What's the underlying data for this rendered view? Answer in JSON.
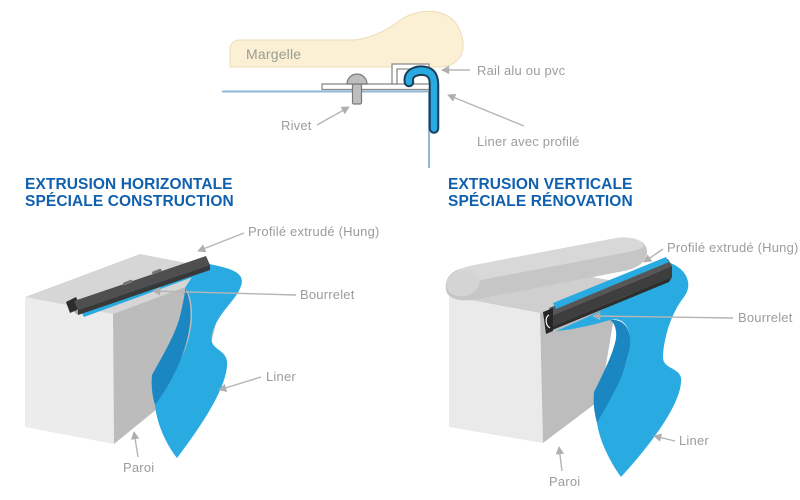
{
  "top_diagram": {
    "margelle_label": "Margelle",
    "rail_label": "Rail alu ou pvc",
    "rivet_label": "Rivet",
    "liner_label": "Liner avec profilé"
  },
  "left_section": {
    "heading_line1": "EXTRUSION HORIZONTALE",
    "heading_line2": "SPÉCIALE CONSTRUCTION",
    "profile_label": "Profilé extrudé (Hung)",
    "bead_label": "Bourrelet",
    "liner_label": "Liner",
    "wall_label": "Paroi"
  },
  "right_section": {
    "heading_line1": "EXTRUSION VERTICALE",
    "heading_line2": "SPÉCIALE RÉNOVATION",
    "profile_label": "Profilé extrudé (Hung)",
    "bead_label": "Bourrelet",
    "liner_label": "Liner",
    "wall_label": "Paroi"
  },
  "colors": {
    "heading_blue": "#1060AE",
    "label_gray": "#9C9C9C",
    "liner_blue": "#29ABE2",
    "liner_shade": "#1A87C2",
    "margelle_cream": "#FBF0D4",
    "water_line": "#8FB8D8",
    "profile_dark": "#4F4F4F",
    "arrow_gray": "#B5B5B5"
  }
}
